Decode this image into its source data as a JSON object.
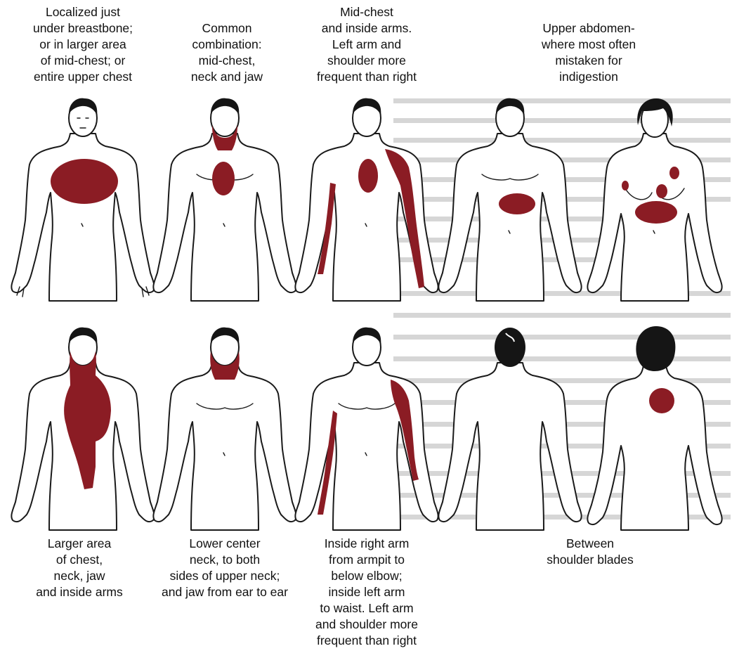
{
  "colors": {
    "pain": "#8b1c24",
    "outline": "#1a1a1a",
    "hair": "#151515"
  },
  "captions": {
    "top": [
      {
        "lines": [
          "Localized just",
          "under breastbone;",
          "or in larger area",
          "of mid-chest; or",
          "entire upper chest"
        ]
      },
      {
        "lines": [
          "Common",
          "combination:",
          "mid-chest,",
          "neck and jaw"
        ]
      },
      {
        "lines": [
          "Mid-chest",
          "and inside arms.",
          "Left arm and",
          "shoulder more",
          "frequent than right"
        ]
      },
      {
        "lines": [
          "Upper abdomen-",
          "where most often",
          "mistaken for",
          "indigestion"
        ]
      }
    ],
    "bottom": [
      {
        "lines": [
          "Larger area",
          "of chest,",
          "neck, jaw",
          "and inside arms"
        ]
      },
      {
        "lines": [
          "Lower center",
          "neck, to both",
          "sides of upper neck;",
          "and jaw from ear to ear"
        ]
      },
      {
        "lines": [
          "Inside right arm",
          "from armpit to",
          "below elbow;",
          "inside left arm",
          "to waist. Left arm",
          "and shoulder more",
          "frequent than right"
        ]
      },
      {
        "lines": [
          "Between",
          "shoulder blades"
        ]
      }
    ]
  }
}
